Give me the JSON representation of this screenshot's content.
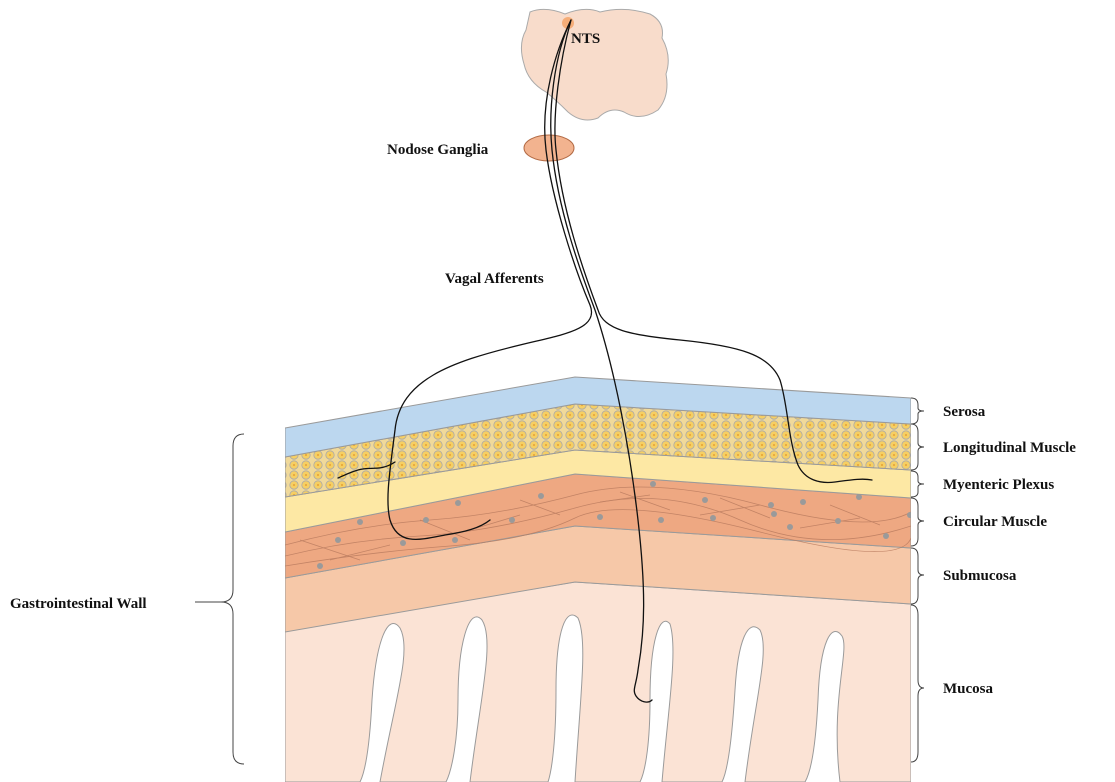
{
  "labels": {
    "nts": "NTS",
    "nodose": "Nodose Ganglia",
    "vagal": "Vagal Afferents",
    "gi_wall": "Gastrointestinal Wall"
  },
  "layers": [
    {
      "name": "Serosa",
      "color": "#bcd7ef"
    },
    {
      "name": "Longitudinal Muscle",
      "color": "#f5d37a"
    },
    {
      "name": "Myenteric Plexus",
      "color": "#fde8a4"
    },
    {
      "name": "Circular Muscle",
      "color": "#eea882"
    },
    {
      "name": "Submucosa",
      "color": "#f6c8a8"
    },
    {
      "name": "Mucosa",
      "color": "#fbe3d5"
    }
  ],
  "colors": {
    "brainstem": "#f8dccb",
    "ganglion": "#f2b38f",
    "nts_spot": "#f4a46a",
    "nerve": "#111111",
    "outline": "#9a9a9a"
  }
}
